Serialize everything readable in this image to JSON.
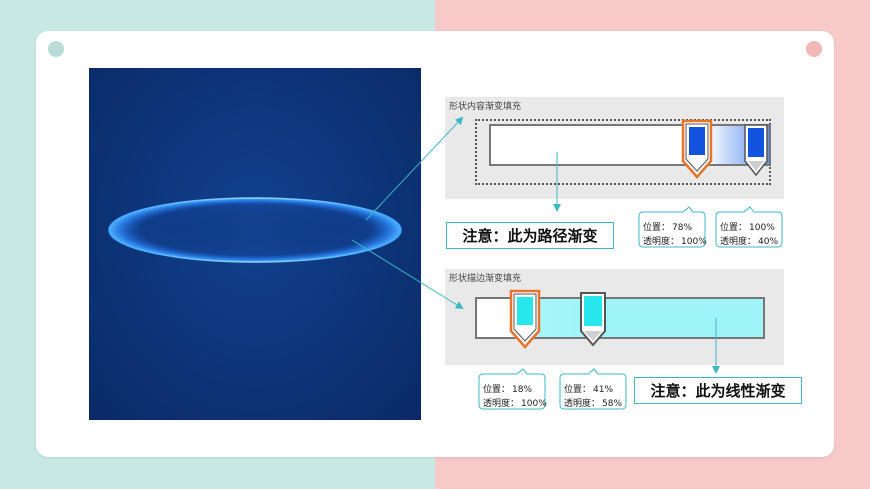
{
  "colors": {
    "accent_teal": "#3bb8c4",
    "left_background": "#c8e8e4",
    "right_background": "#f7c9c9",
    "panel_blue": "#0d3479",
    "stop_highlight": "#e8732a"
  },
  "top_panel": {
    "title": "形状内容渐变填充",
    "note": "注意：此为路径渐变",
    "stops": [
      {
        "position_label": "位置：",
        "position": "78%",
        "transparency_label": "透明度：",
        "transparency": "100%"
      },
      {
        "position_label": "位置：",
        "position": "100%",
        "transparency_label": "透明度：",
        "transparency": "40%"
      }
    ]
  },
  "bottom_panel": {
    "title": "形状描边渐变填充",
    "note": "注意：此为线性渐变",
    "stops": [
      {
        "position_label": "位置：",
        "position": "18%",
        "transparency_label": "透明度：",
        "transparency": "100%"
      },
      {
        "position_label": "位置：",
        "position": "41%",
        "transparency_label": "透明度：",
        "transparency": "58%"
      }
    ]
  }
}
